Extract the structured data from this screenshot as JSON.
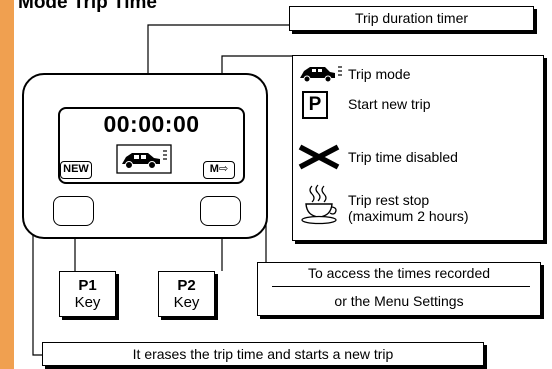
{
  "title": "Mode Trip Time",
  "colors": {
    "accent": "#f0a050",
    "ink": "#000000"
  },
  "callouts": {
    "timer": "Trip duration timer",
    "menu_line1": "To access the times recorded",
    "menu_line2": "or the Menu Settings",
    "erase": "It erases the trip time and starts a new trip"
  },
  "display": {
    "time": "00:00:00",
    "new_label": "NEW",
    "menu_label": "M"
  },
  "keys": [
    {
      "name": "P1",
      "label": "Key"
    },
    {
      "name": "P2",
      "label": "Key"
    }
  ],
  "legend": [
    {
      "icon": "car-icon",
      "label": "Trip mode"
    },
    {
      "icon": "parking-p-icon",
      "letter": "P",
      "label": "Start new trip"
    },
    {
      "icon": "cross-icon",
      "label": "Trip time disabled"
    },
    {
      "icon": "coffee-cup-icon",
      "label": "Trip rest stop",
      "label2": "(maximum 2 hours)"
    }
  ]
}
